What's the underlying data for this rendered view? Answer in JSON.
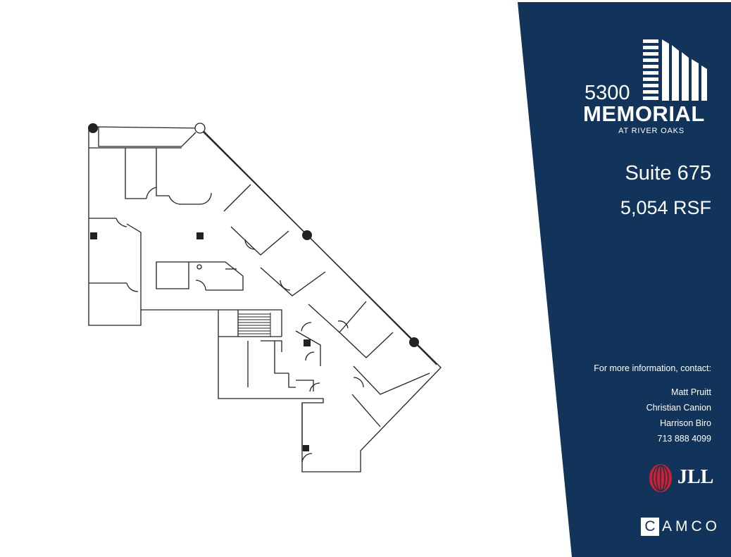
{
  "brand": {
    "building_number": "5300",
    "building_name": "MEMORIAL",
    "location_line": "AT RIVER OAKS"
  },
  "suite": {
    "title": "Suite 675",
    "area": "5,054 RSF"
  },
  "contact": {
    "heading": "For more information, contact:",
    "names": [
      "Matt Pruitt",
      "Christian Canion",
      "Harrison Biro"
    ],
    "phone": "713 888 4099"
  },
  "partners": {
    "jll": "JLL",
    "camco_initial": "C",
    "camco_rest": "AMCO"
  },
  "colors": {
    "panel": "#12335a",
    "jll_red": "#d0202f",
    "text_on_panel": "#ffffff",
    "plan_lines": "#222222"
  },
  "icons": [
    "building-logo-icon",
    "jll-helix-icon",
    "column-marker-icon",
    "door-swing-icon",
    "stairs-icon"
  ]
}
